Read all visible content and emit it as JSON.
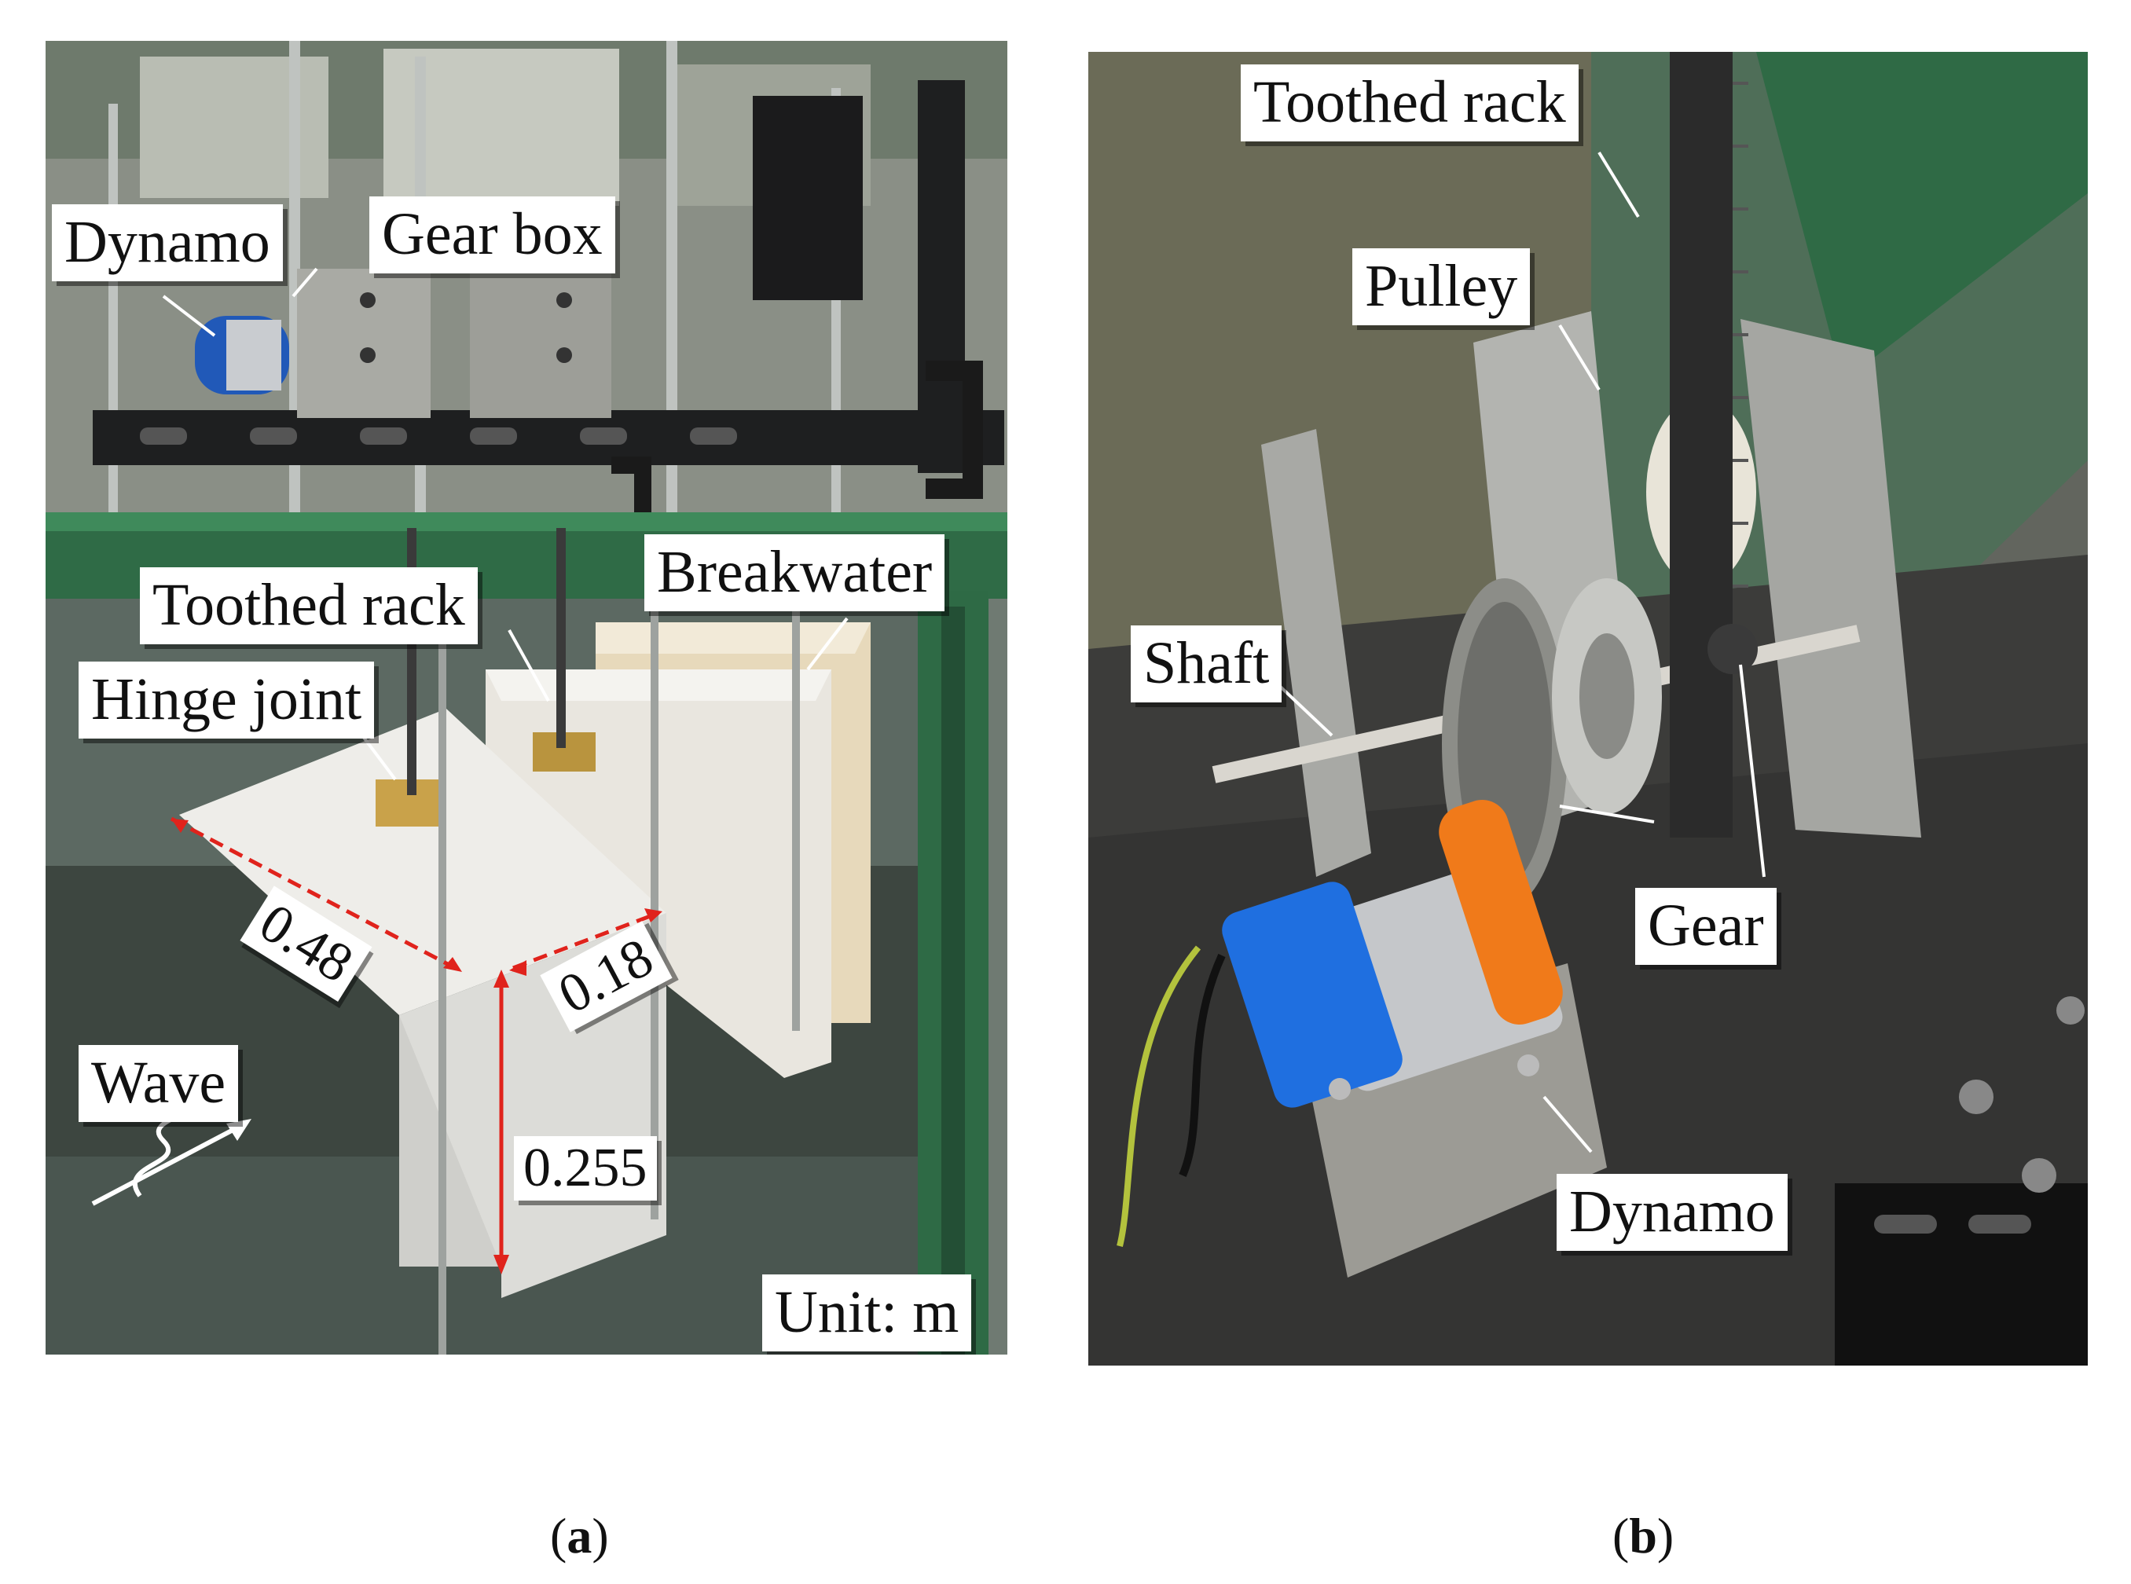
{
  "panel_a": {
    "labels": {
      "dynamo": "Dynamo",
      "gear_box": "Gear box",
      "toothed_rack": "Toothed rack",
      "breakwater": "Breakwater",
      "hinge_joint": "Hinge joint",
      "wave": "Wave",
      "unit": "Unit: m"
    },
    "dimensions": {
      "length": "0.48",
      "width": "0.18",
      "height": "0.255"
    },
    "caption_letter": "a"
  },
  "panel_b": {
    "labels": {
      "toothed_rack": "Toothed rack",
      "pulley": "Pulley",
      "shaft": "Shaft",
      "gear": "Gear",
      "dynamo": "Dynamo"
    },
    "caption_letter": "b"
  },
  "colors": {
    "dimension_arrow": "#e0231c",
    "dynamo_blue": "#1f6fe0",
    "dynamo_orange": "#f07a1a",
    "flume_green": "#2f6b46"
  },
  "caption_paren_open": "(",
  "caption_paren_close": ")"
}
